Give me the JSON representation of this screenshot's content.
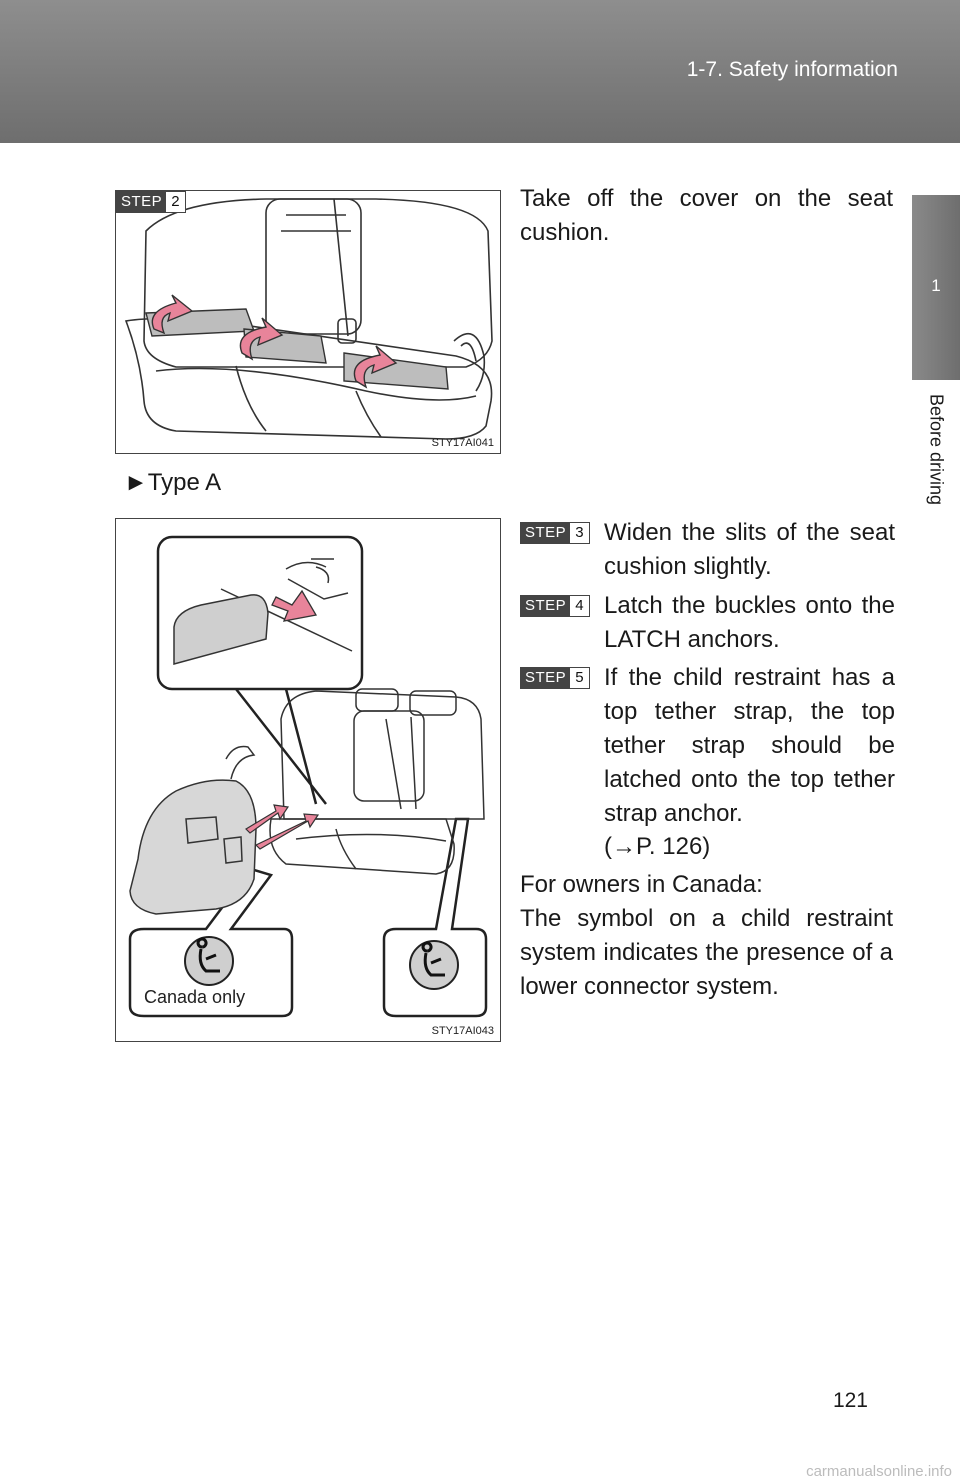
{
  "header": {
    "title": "1-7. Safety information"
  },
  "side_tab": {
    "number": "1",
    "label": "Before driving"
  },
  "figure1": {
    "step_label": "STEP",
    "step_number": "2",
    "id": "STY17AI041"
  },
  "intro_text": "Take off the cover on the seat cushion.",
  "section_label": "►Type A",
  "figure2": {
    "id": "STY17AI043",
    "canada_label": "Canada only"
  },
  "steps": [
    {
      "label": "STEP",
      "number": "3",
      "text": "Widen the slits of the seat cushion slightly."
    },
    {
      "label": "STEP",
      "number": "4",
      "text": "Latch the buckles onto the LATCH anchors."
    },
    {
      "label": "STEP",
      "number": "5",
      "text": "If the child restraint has a top tether strap, the top tether strap should be latched onto the top tether strap anchor."
    }
  ],
  "page_ref": "(→P. 126)",
  "canada_note": {
    "heading": "For owners in Canada:",
    "body": "The symbol on a child restraint system indicates the presence of a lower connector system."
  },
  "page_number": "121",
  "footer": "carmanualsonline.info",
  "colors": {
    "header_bg": "#7d7d7d",
    "arrow_pink": "#e8849a",
    "badge_dark": "#444444"
  }
}
